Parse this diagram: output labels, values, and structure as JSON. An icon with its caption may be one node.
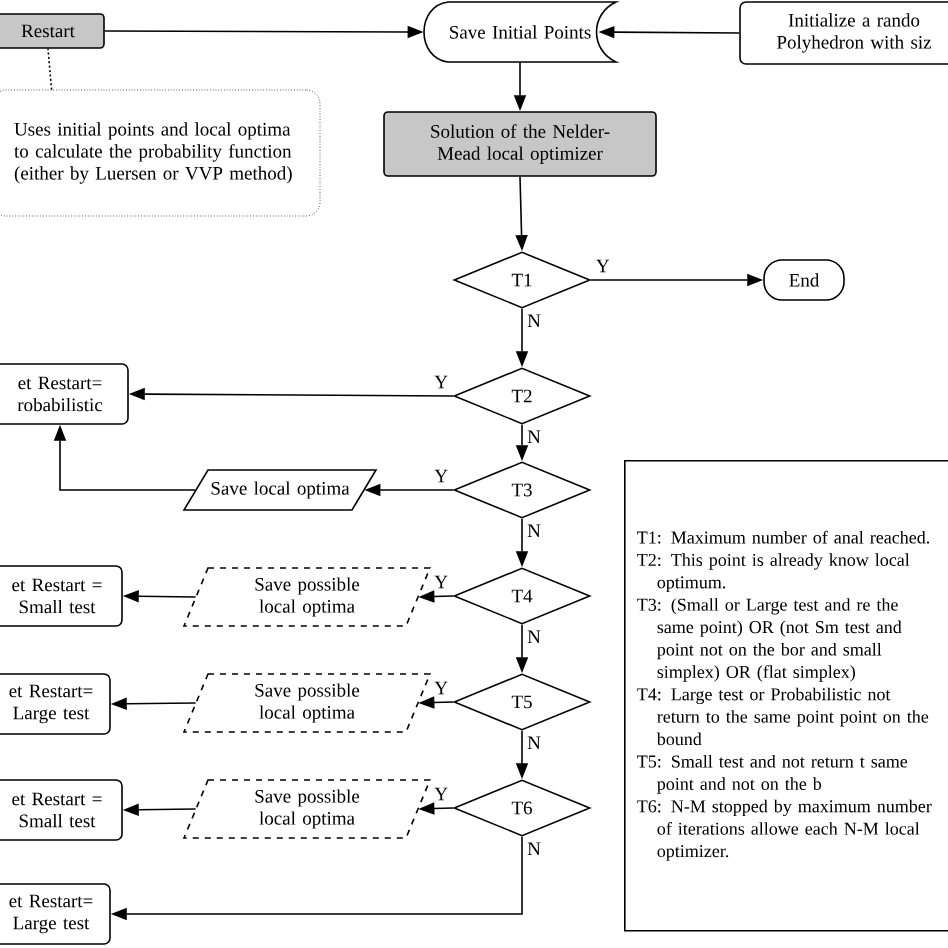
{
  "diagram": {
    "nodes": [
      {
        "text": [
          "Restart"
        ]
      },
      {
        "text": [
          "Save Initial Points"
        ]
      },
      {
        "text": [
          "Initialize a rando Polyhedron with siz"
        ]
      },
      {
        "text": [
          "Uses initial points and local optima to calculate the probability function (either by Luersen or VVP method)"
        ]
      },
      {
        "text": [
          "Solution of the Nelder-Mead local optimizer"
        ]
      },
      {
        "text": [
          "T1"
        ]
      },
      {
        "text": [
          "End"
        ]
      },
      {
        "text": [
          "T2"
        ]
      },
      {
        "text": [
          "et Restart= robabilistic"
        ]
      },
      {
        "text": [
          "T3"
        ]
      },
      {
        "text": [
          "Save local optima"
        ]
      },
      {
        "text": [
          "T4"
        ]
      },
      {
        "text": [
          "Save possible local optima"
        ]
      },
      {
        "text": [
          "et Restart = Small test"
        ]
      },
      {
        "text": [
          "T5"
        ]
      },
      {
        "text": [
          "Save possible local optima"
        ]
      },
      {
        "text": [
          "et Restart= Large test"
        ]
      },
      {
        "text": [
          "T6"
        ]
      },
      {
        "text": [
          "Save possible local optima"
        ]
      },
      {
        "text": [
          "et Restart = Small test"
        ]
      },
      {
        "text": [
          "et Restart= Large test"
        ]
      }
    ],
    "edges": [
      {
        "from": 0,
        "to": 1,
        "arrow": "to"
      },
      {
        "from": 2,
        "to": 1,
        "arrow": "to"
      },
      {
        "from": 3,
        "to": 0,
        "arrow": "none",
        "style": "dashed"
      },
      {
        "from": 1,
        "to": 4,
        "arrow": "to"
      },
      {
        "from": 4,
        "to": 5,
        "arrow": "to"
      },
      {
        "from": 5,
        "to": 6,
        "arrow": "to",
        "label": "Y"
      },
      {
        "from": 5,
        "to": 7,
        "arrow": "to",
        "label": "N"
      },
      {
        "from": 7,
        "to": 8,
        "arrow": "to",
        "label": "Y"
      },
      {
        "from": 7,
        "to": 9,
        "arrow": "to",
        "label": "N"
      },
      {
        "from": 9,
        "to": 10,
        "arrow": "to",
        "label": "Y"
      },
      {
        "from": 10,
        "to": 8,
        "arrow": "to"
      },
      {
        "from": 9,
        "to": 11,
        "arrow": "to",
        "label": "N"
      },
      {
        "from": 11,
        "to": 12,
        "arrow": "to",
        "label": "Y"
      },
      {
        "from": 12,
        "to": 13,
        "arrow": "to"
      },
      {
        "from": 11,
        "to": 14,
        "arrow": "to",
        "label": "N"
      },
      {
        "from": 14,
        "to": 15,
        "arrow": "to",
        "label": "Y"
      },
      {
        "from": 15,
        "to": 16,
        "arrow": "to"
      },
      {
        "from": 14,
        "to": 17,
        "arrow": "to",
        "label": "N"
      },
      {
        "from": 17,
        "to": 18,
        "arrow": "to",
        "label": "Y"
      },
      {
        "from": 18,
        "to": 19,
        "arrow": "to"
      },
      {
        "from": 17,
        "to": 20,
        "arrow": "to",
        "label": "N"
      }
    ],
    "labels": [
      "T1: Maximum number of anal reached.",
      "T2: This point is already know local optimum.",
      "T3: (Small or Large test and re the same point) OR (not Sm test and point not on the bor and small simplex) OR (flat simplex)",
      "T4: Large test or Probabilistic not return to the same point point on the bound",
      "T5: Small test and not return t same point and not on the b",
      "T6: N-M stopped by maximum number of iterations allowe each N-M local optimizer."
    ]
  }
}
